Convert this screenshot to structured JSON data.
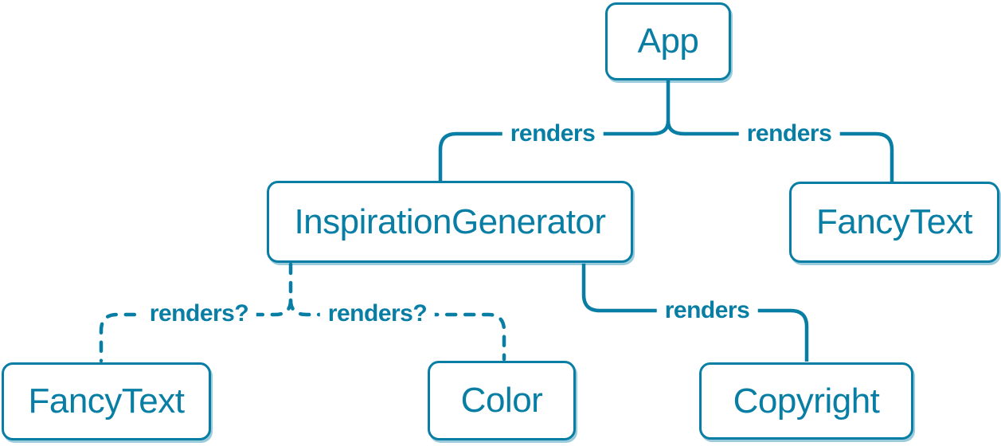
{
  "diagram": {
    "description": "React component render tree",
    "colors": {
      "accent": "#087ea4",
      "box_fill": "#ffffff",
      "shadow": "rgba(8,126,164,0.4)"
    },
    "nodes": [
      {
        "id": "app",
        "label": "App"
      },
      {
        "id": "inspiration-generator",
        "label": "InspirationGenerator"
      },
      {
        "id": "fancy-text-top",
        "label": "FancyText"
      },
      {
        "id": "fancy-text-bottom",
        "label": "FancyText"
      },
      {
        "id": "color",
        "label": "Color"
      },
      {
        "id": "copyright",
        "label": "Copyright"
      }
    ],
    "edges": [
      {
        "from": "App",
        "to": "InspirationGenerator",
        "label": "renders",
        "style": "solid"
      },
      {
        "from": "App",
        "to": "FancyText",
        "label": "renders",
        "style": "solid"
      },
      {
        "from": "InspirationGenerator",
        "to": "FancyText",
        "label": "renders?",
        "style": "dashed"
      },
      {
        "from": "InspirationGenerator",
        "to": "Color",
        "label": "renders?",
        "style": "dashed"
      },
      {
        "from": "InspirationGenerator",
        "to": "Copyright",
        "label": "renders",
        "style": "solid"
      }
    ]
  }
}
